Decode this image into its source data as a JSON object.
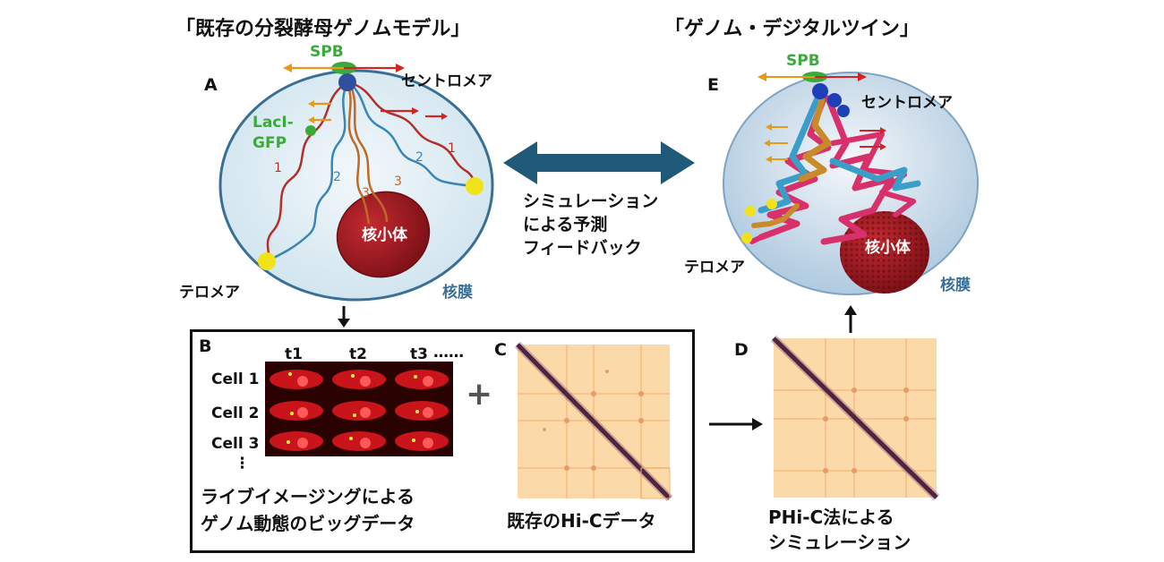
{
  "left_title": "「既存の分裂酵母ゲノムモデル」",
  "right_title": "「ゲノム・デジタルツイン」",
  "panel_A": {
    "letter": "A",
    "spb": "SPB",
    "centromere": "セントロメア",
    "lacl_1": "LacI-",
    "lacl_2": "GFP",
    "telomere": "テロメア",
    "membrane": "核膜",
    "nucleolus": "核小体",
    "chrom_labels": [
      "1",
      "2",
      "3",
      "3",
      "2",
      "1"
    ]
  },
  "panel_E": {
    "letter": "E",
    "spb": "SPB",
    "centromere": "セントロメア",
    "telomere": "テロメア",
    "membrane": "核膜",
    "nucleolus": "核小体"
  },
  "center_text": [
    "シミュレーション",
    "による予測",
    "フィードバック"
  ],
  "panel_B": {
    "letter": "B",
    "times": [
      "t1",
      "t2",
      "t3"
    ],
    "dots": "……",
    "cells": [
      "Cell 1",
      "Cell 2",
      "Cell 3"
    ],
    "vdots": "⋮",
    "caption": [
      "ライブイメージングによる",
      "ゲノム動態のビッグデータ"
    ]
  },
  "plus": "+",
  "panel_C": {
    "letter": "C",
    "caption": "既存のHi-Cデータ"
  },
  "panel_D": {
    "letter": "D",
    "caption": [
      "PHi-C法による",
      "シミュレーション"
    ]
  },
  "colors": {
    "chrom1": "#b3302a",
    "chrom2": "#3a86b8",
    "chrom3": "#c06a2a",
    "spb_green": "#3aaa3a",
    "telomere_yellow": "#f2e21a",
    "nucleolus_red": "#9e1820",
    "arrow_blue": "#1f5a78",
    "magenta": "#d8306a",
    "cyan_fiber": "#3a9ec8"
  }
}
